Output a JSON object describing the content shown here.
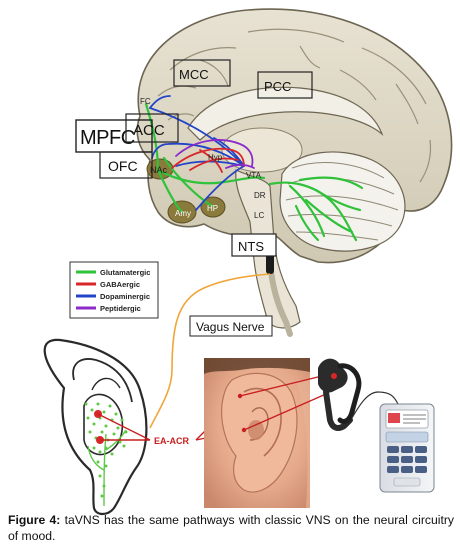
{
  "figure": {
    "regions": {
      "mcc": "MCC",
      "pcc": "PCC",
      "mpfc": "MPFC",
      "acc": "ACC",
      "ofc": "OFC",
      "nacc": "NAc",
      "fc": "FC",
      "hyp": "Hyp",
      "vta": "VTA",
      "dr": "DR",
      "lc": "LC",
      "amy": "Amy",
      "hp": "HP",
      "nts": "NTS"
    },
    "nerve_label": "Vagus Nerve",
    "stim_label": "EA-ACR",
    "legend": [
      {
        "label": "Glutamatergic",
        "color": "#2fc23a"
      },
      {
        "label": "GABAergic",
        "color": "#d8262b"
      },
      {
        "label": "Dopaminergic",
        "color": "#2344c8"
      },
      {
        "label": "Peptidergic",
        "color": "#8c2bc9"
      }
    ],
    "colors": {
      "glutamatergic": "#2fc23a",
      "gabaergic": "#d8262b",
      "dopaminergic": "#2344c8",
      "peptidergic": "#8c2bc9",
      "vagus_wire": "#f0a63a",
      "stim_lines": "#c81e1e"
    }
  },
  "caption": {
    "label": "Figure 4:",
    "text": " taVNS has the same pathways with classic VNS on the neural circuitry of mood."
  }
}
